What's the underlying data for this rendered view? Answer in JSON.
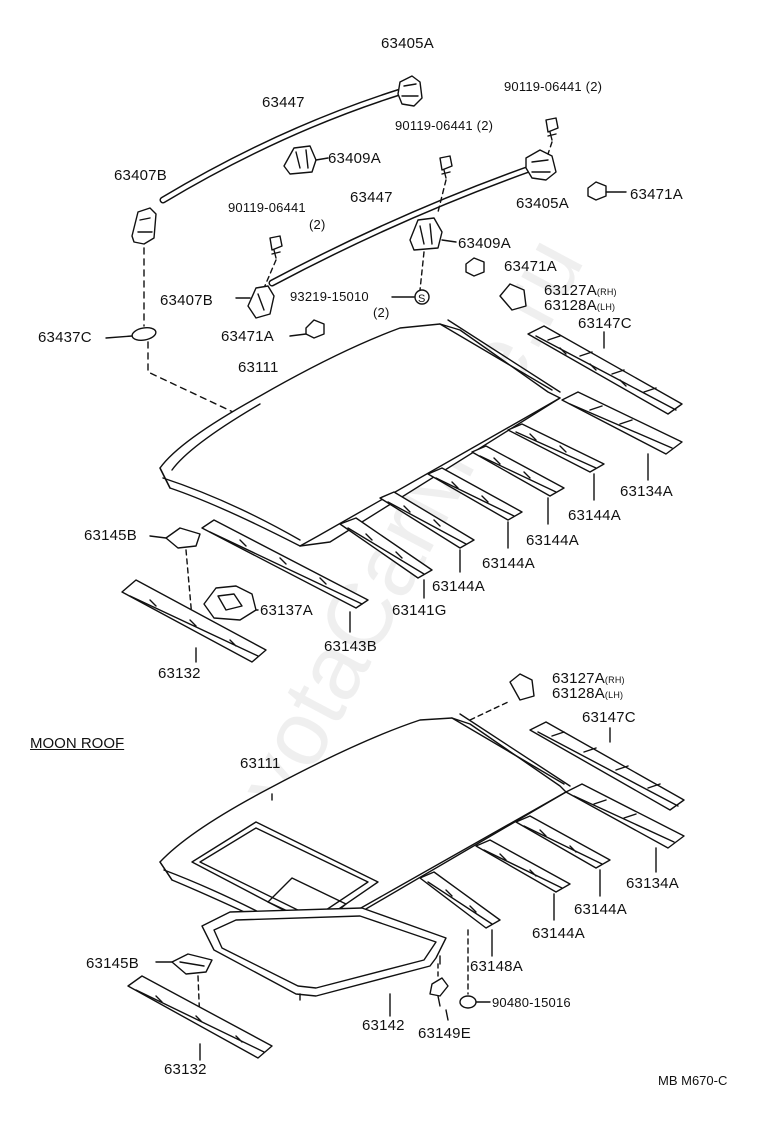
{
  "watermark": "ToyotaCarMine.ru",
  "section_title": "MOON ROOF",
  "diagram_code": "MB M670-C",
  "labels": {
    "p63405A_top": "63405A",
    "p63447_top": "63447",
    "p90119_mid": "90119-06441 (2)",
    "p90119_right": "90119-06441 (2)",
    "p63409A_top": "63409A",
    "p63407B_top": "63407B",
    "p90119_left": "90119-06441",
    "p90119_left_qty": "(2)",
    "p63447_mid": "63447",
    "p63405A_right": "63405A",
    "p63471A_right": "63471A",
    "p63409A_mid": "63409A",
    "p63471A_mid": "63471A",
    "p63407B_left": "63407B",
    "p93219": "93219-15010",
    "p93219_qty": "(2)",
    "p63471A_low": "63471A",
    "p63437C": "63437C",
    "p63127A_top": "63127A",
    "p63127A_top_side": "(RH)",
    "p63128A_top": "63128A",
    "p63128A_top_side": "(LH)",
    "p63147C_top": "63147C",
    "p63111_top": "63111",
    "p63134A_top": "63134A",
    "p63144A_1": "63144A",
    "p63144A_2": "63144A",
    "p63144A_3": "63144A",
    "p63144A_4": "63144A",
    "p63145B_top": "63145B",
    "p63137A": "63137A",
    "p63141G": "63141G",
    "p63143B": "63143B",
    "p63132_top": "63132",
    "p63127A_bot": "63127A",
    "p63127A_bot_side": "(RH)",
    "p63128A_bot": "63128A",
    "p63128A_bot_side": "(LH)",
    "p63147C_bot": "63147C",
    "p63111_bot": "63111",
    "p63134A_bot": "63134A",
    "p63144A_5": "63144A",
    "p63144A_6": "63144A",
    "p63148A": "63148A",
    "p63145B_bot": "63145B",
    "p90480": "90480-15016",
    "p63142": "63142",
    "p63149E": "63149E",
    "p63132_bot": "63132"
  }
}
